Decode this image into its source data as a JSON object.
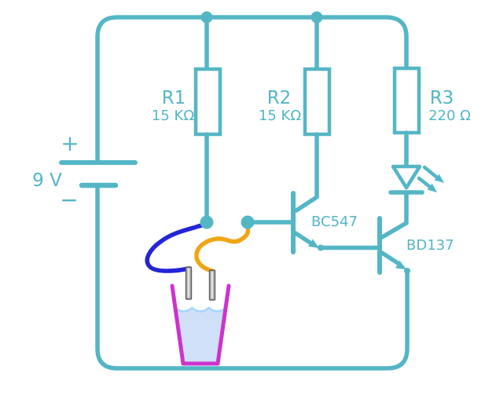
{
  "colors": {
    "wire": "#54b6c5",
    "label": "#54b6c5",
    "blue-wire": "#2424d8",
    "orange-wire": "#f0a513",
    "cup": "#cc33cc",
    "water-fill": "#cfe0f8",
    "wave": "#a5d5fb",
    "probe-fill": "#b2b2b2",
    "probe-edge": "#5f5f5f",
    "probe-core": "#e4e4e4",
    "background": "#ffffff"
  },
  "battery": {
    "plus": "+",
    "minus": "−",
    "voltage": "9 V"
  },
  "resistors": [
    {
      "name": "R1",
      "value": "15 KΩ"
    },
    {
      "name": "R2",
      "value": "15 KΩ"
    },
    {
      "name": "R3",
      "value": "220 Ω"
    }
  ],
  "transistors": [
    {
      "name": "BC547"
    },
    {
      "name": "BD137"
    }
  ]
}
